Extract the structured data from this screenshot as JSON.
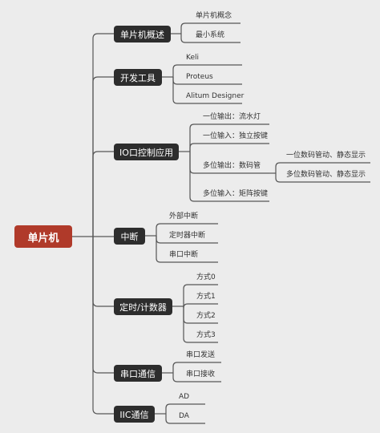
{
  "root": {
    "label": "单片机"
  },
  "branches": [
    {
      "label": "单片机概述",
      "children": [
        {
          "label": "单片机概念"
        },
        {
          "label": "最小系统"
        }
      ]
    },
    {
      "label": "开发工具",
      "children": [
        {
          "label": "Keli"
        },
        {
          "label": "Proteus"
        },
        {
          "label": "Alitum Designer"
        }
      ]
    },
    {
      "label": "IO口控制应用",
      "children": [
        {
          "label": "一位输出：流水灯"
        },
        {
          "label": "一位输入：独立按键"
        },
        {
          "label": "多位输出：数码管",
          "children": [
            {
              "label": "一位数码管动、静态显示"
            },
            {
              "label": "多位数码管动、静态显示"
            }
          ]
        },
        {
          "label": "多位输入：矩阵按键"
        }
      ]
    },
    {
      "label": "中断",
      "children": [
        {
          "label": "外部中断"
        },
        {
          "label": "定时器中断"
        },
        {
          "label": "串口中断"
        }
      ]
    },
    {
      "label": "定时/计数器",
      "children": [
        {
          "label": "方式0"
        },
        {
          "label": "方式1"
        },
        {
          "label": "方式2"
        },
        {
          "label": "方式3"
        }
      ]
    },
    {
      "label": "串口通信",
      "children": [
        {
          "label": "串口发送"
        },
        {
          "label": "串口接收"
        }
      ]
    },
    {
      "label": "IIC通信",
      "children": [
        {
          "label": "AD"
        },
        {
          "label": "DA"
        }
      ]
    }
  ],
  "colors": {
    "root": "#b03a2a",
    "branch": "#2d2d2d",
    "line": "#555555"
  }
}
